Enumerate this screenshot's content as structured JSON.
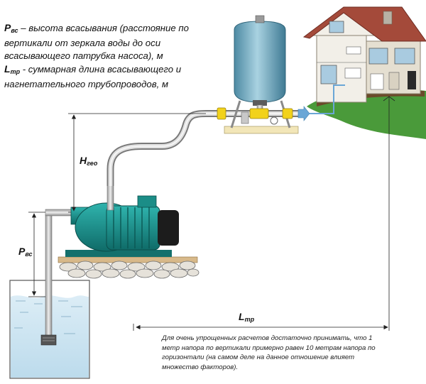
{
  "legend": {
    "pvs_symbol": "P",
    "pvs_sub": "вс",
    "pvs_text": " – высота всасывания (расстояние по вертикали от зеркала воды до оси всасывающего патрубка насоса), м",
    "ltr_symbol": "L",
    "ltr_sub": "тр",
    "ltr_text": " - суммарная длина  всасывающего и нагнетательного трубопроводов, м"
  },
  "dimensions": {
    "hgeo_symbol": "H",
    "hgeo_sub": "гео",
    "pvs_symbol": "P",
    "pvs_sub": "вс",
    "ltr_symbol": "L",
    "ltr_sub": "тр"
  },
  "note": "Для очень упрощенных расчетов достаточно принимать, что 1 метр напора по вертикали примерно равен 10 метрам напора по горизонтали (на самом деле на данное отношение влияет множество факторов).",
  "colors": {
    "pump_body": "#1a8f8a",
    "tank": "#6fa7bd",
    "pipe": "#c9c9c9",
    "fitting": "#f2d21b",
    "house_wall": "#f2efe8",
    "roof": "#a44a3a",
    "grass": "#4a9a3a",
    "water": "#cfe6f2",
    "arrow": "#6aa6d6"
  }
}
